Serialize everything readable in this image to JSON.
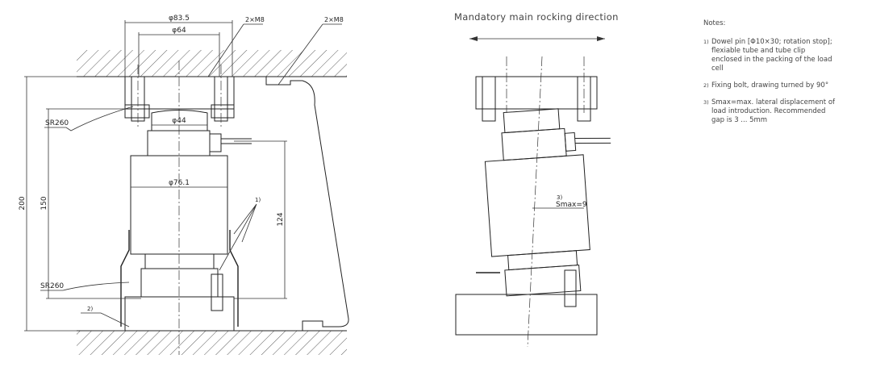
{
  "left_drawing": {
    "dim_outer_diameter": "φ83.5",
    "dim_bolt_circle": "φ64",
    "thread_label_1": "2×M8",
    "thread_label_2": "2×M8",
    "radius_top": "SR260",
    "radius_bottom": "SR260",
    "dim_top_diameter": "φ44",
    "dim_body_diameter": "φ76.1",
    "dim_total_height": "200",
    "dim_height_150": "150",
    "dim_height_124": "124",
    "ref_1": "1)",
    "ref_2": "2)"
  },
  "middle_drawing": {
    "title": "Mandatory main rocking direction",
    "ref_3": "3)",
    "smax_label": "Smax=9"
  },
  "notes": {
    "heading": "Notes:",
    "items": [
      {
        "ref": "1)",
        "text": "Dowel pin [Φ10×30; rotation stop]; flexiable tube and tube clip enclosed in the packing of the load cell"
      },
      {
        "ref": "2)",
        "text": "Fixing bolt, drawing turned by 90°"
      },
      {
        "ref": "3)",
        "text": "Smax=max. lateral displacement of load introduction. Recommended gap is 3 ... 5mm"
      }
    ]
  }
}
